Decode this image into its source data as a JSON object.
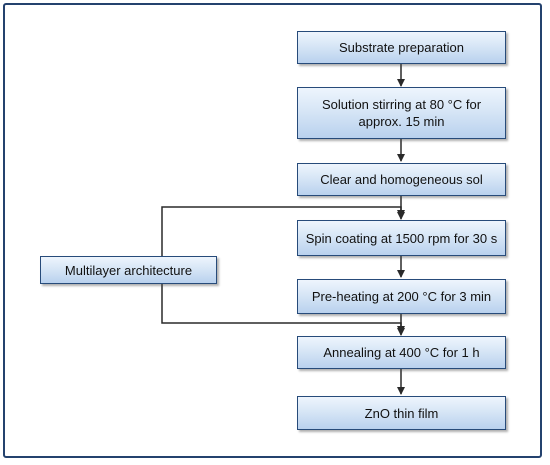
{
  "flowchart": {
    "steps": [
      {
        "label": "Substrate preparation"
      },
      {
        "label": "Solution stirring at 80 °C for approx. 15 min"
      },
      {
        "label": "Clear and homogeneous sol"
      },
      {
        "label": "Spin coating at 1500 rpm for 30 s"
      },
      {
        "label": "Pre-heating at 200 °C for 3 min"
      },
      {
        "label": "Annealing at 400 °C for 1 h"
      },
      {
        "label": "ZnO thin film"
      }
    ],
    "loop": {
      "label": "Multilayer architecture"
    }
  },
  "colors": {
    "frame": "#24426e",
    "box_border": "#274b7a",
    "box_fill_top": "#eef5fd",
    "box_fill_bottom": "#b9d1ee",
    "connector": "#2a2a2a"
  }
}
